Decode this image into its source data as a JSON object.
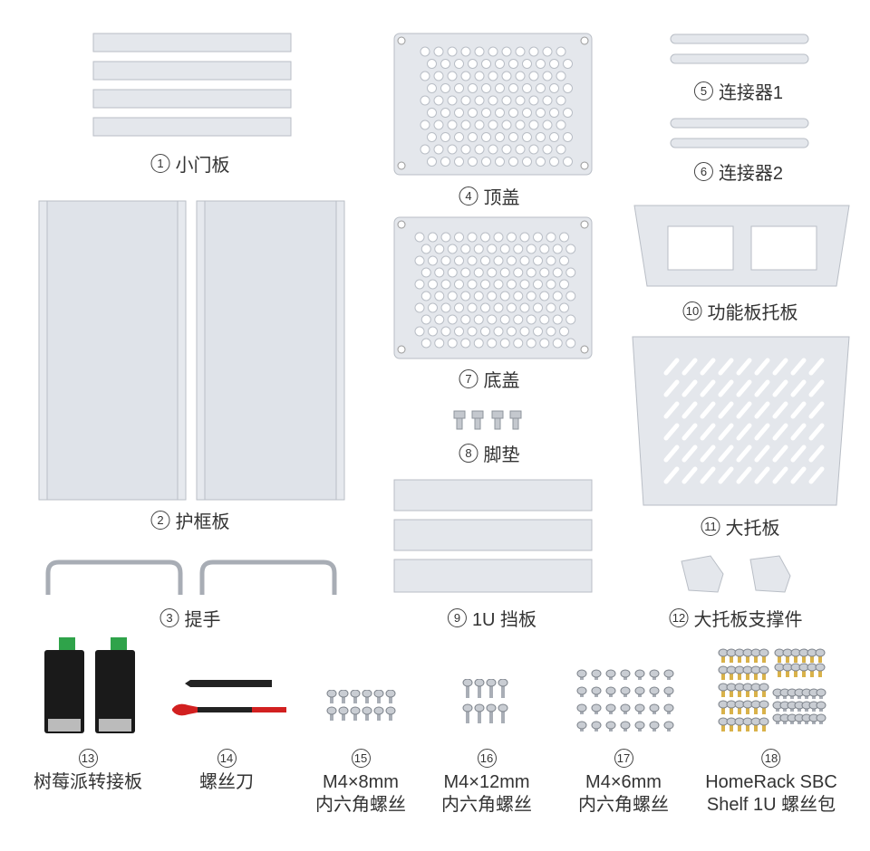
{
  "colors": {
    "metal": "#e4e7ec",
    "metal_edge": "#b9bec6",
    "hole": "#ffffff",
    "text": "#333333",
    "board": "#1a1a1a",
    "terminal": "#2fa34a",
    "brass": "#d9b24a",
    "handle_red": "#d22020"
  },
  "parts": [
    {
      "num": "1",
      "name": "小门板"
    },
    {
      "num": "2",
      "name": "护框板"
    },
    {
      "num": "3",
      "name": "提手"
    },
    {
      "num": "4",
      "name": "顶盖"
    },
    {
      "num": "5",
      "name": "连接器1"
    },
    {
      "num": "6",
      "name": "连接器2"
    },
    {
      "num": "7",
      "name": "底盖"
    },
    {
      "num": "8",
      "name": "脚垫"
    },
    {
      "num": "9",
      "name": "1U 挡板"
    },
    {
      "num": "10",
      "name": "功能板托板"
    },
    {
      "num": "11",
      "name": "大托板"
    },
    {
      "num": "12",
      "name": "大托板支撑件"
    },
    {
      "num": "13",
      "name": "树莓派转接板"
    },
    {
      "num": "14",
      "name": "螺丝刀"
    },
    {
      "num": "15",
      "name": "M4×8mm",
      "name2": "内六角螺丝"
    },
    {
      "num": "16",
      "name": "M4×12mm",
      "name2": "内六角螺丝"
    },
    {
      "num": "17",
      "name": "M4×6mm",
      "name2": "内六角螺丝"
    },
    {
      "num": "18",
      "name": "HomeRack SBC",
      "name2": "Shelf 1U  螺丝包"
    }
  ]
}
